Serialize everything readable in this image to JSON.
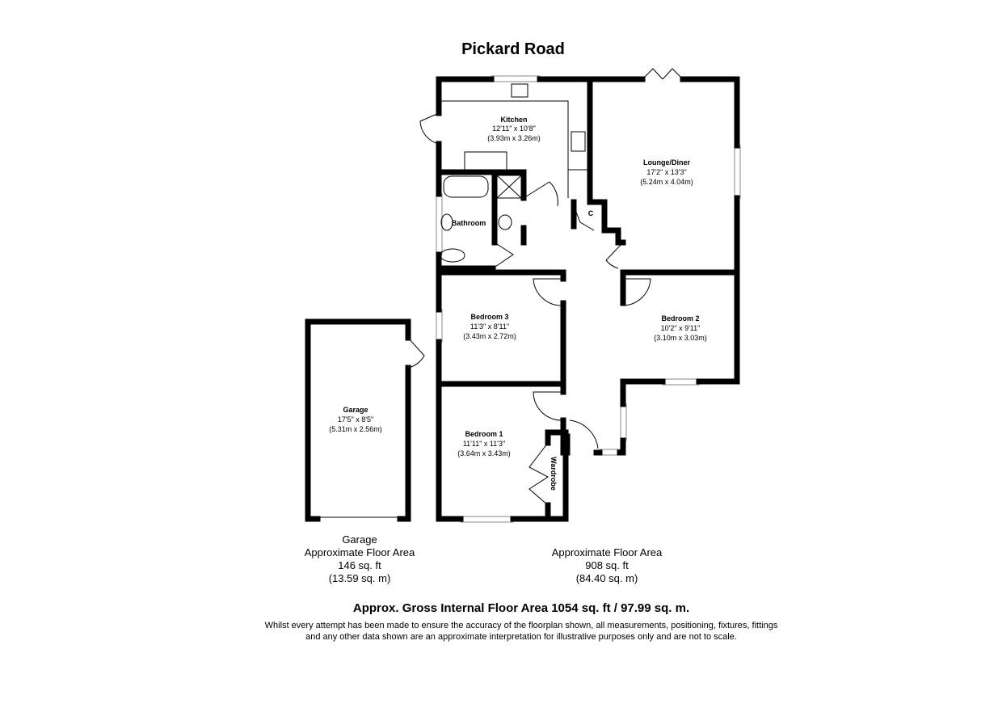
{
  "title": "Pickard Road",
  "rooms": {
    "kitchen": {
      "name": "Kitchen",
      "imperial": "12'11\" x 10'8\"",
      "metric": "(3.93m x 3.26m)"
    },
    "lounge": {
      "name": "Lounge/Diner",
      "imperial": "17'2\" x 13'3\"",
      "metric": "(5.24m x 4.04m)"
    },
    "bathroom": {
      "name": "Bathroom"
    },
    "cupboard": {
      "name": "C"
    },
    "bedroom3": {
      "name": "Bedroom 3",
      "imperial": "11'3\" x 8'11\"",
      "metric": "(3.43m x 2.72m)"
    },
    "bedroom2": {
      "name": "Bedroom 2",
      "imperial": "10'2\" x 9'11\"",
      "metric": "(3.10m x 3.03m)"
    },
    "bedroom1": {
      "name": "Bedroom 1",
      "imperial": "11'11\" x 11'3\"",
      "metric": "(3.64m x 3.43m)"
    },
    "wardrobe": {
      "name": "Wardrobe"
    },
    "garage": {
      "name": "Garage",
      "imperial": "17'5\" x 8'5\"",
      "metric": "(5.31m x 2.56m)"
    }
  },
  "garage_area": {
    "line1": "Garage",
    "line2": "Approximate Floor Area",
    "line3": "146 sq. ft",
    "line4": "(13.59 sq. m)"
  },
  "main_area": {
    "line1": "Approximate Floor Area",
    "line2": "908 sq. ft",
    "line3": "(84.40 sq. m)"
  },
  "gross": "Approx. Gross Internal Floor Area 1054 sq. ft / 97.99 sq. m.",
  "disclaimer": {
    "line1": "Whilst every attempt has been made to ensure the accuracy of the floorplan shown, all measurements, positioning, fixtures, fittings",
    "line2": "and any other data shown are an approximate interpretation for illustrative purposes only and are not to scale."
  }
}
